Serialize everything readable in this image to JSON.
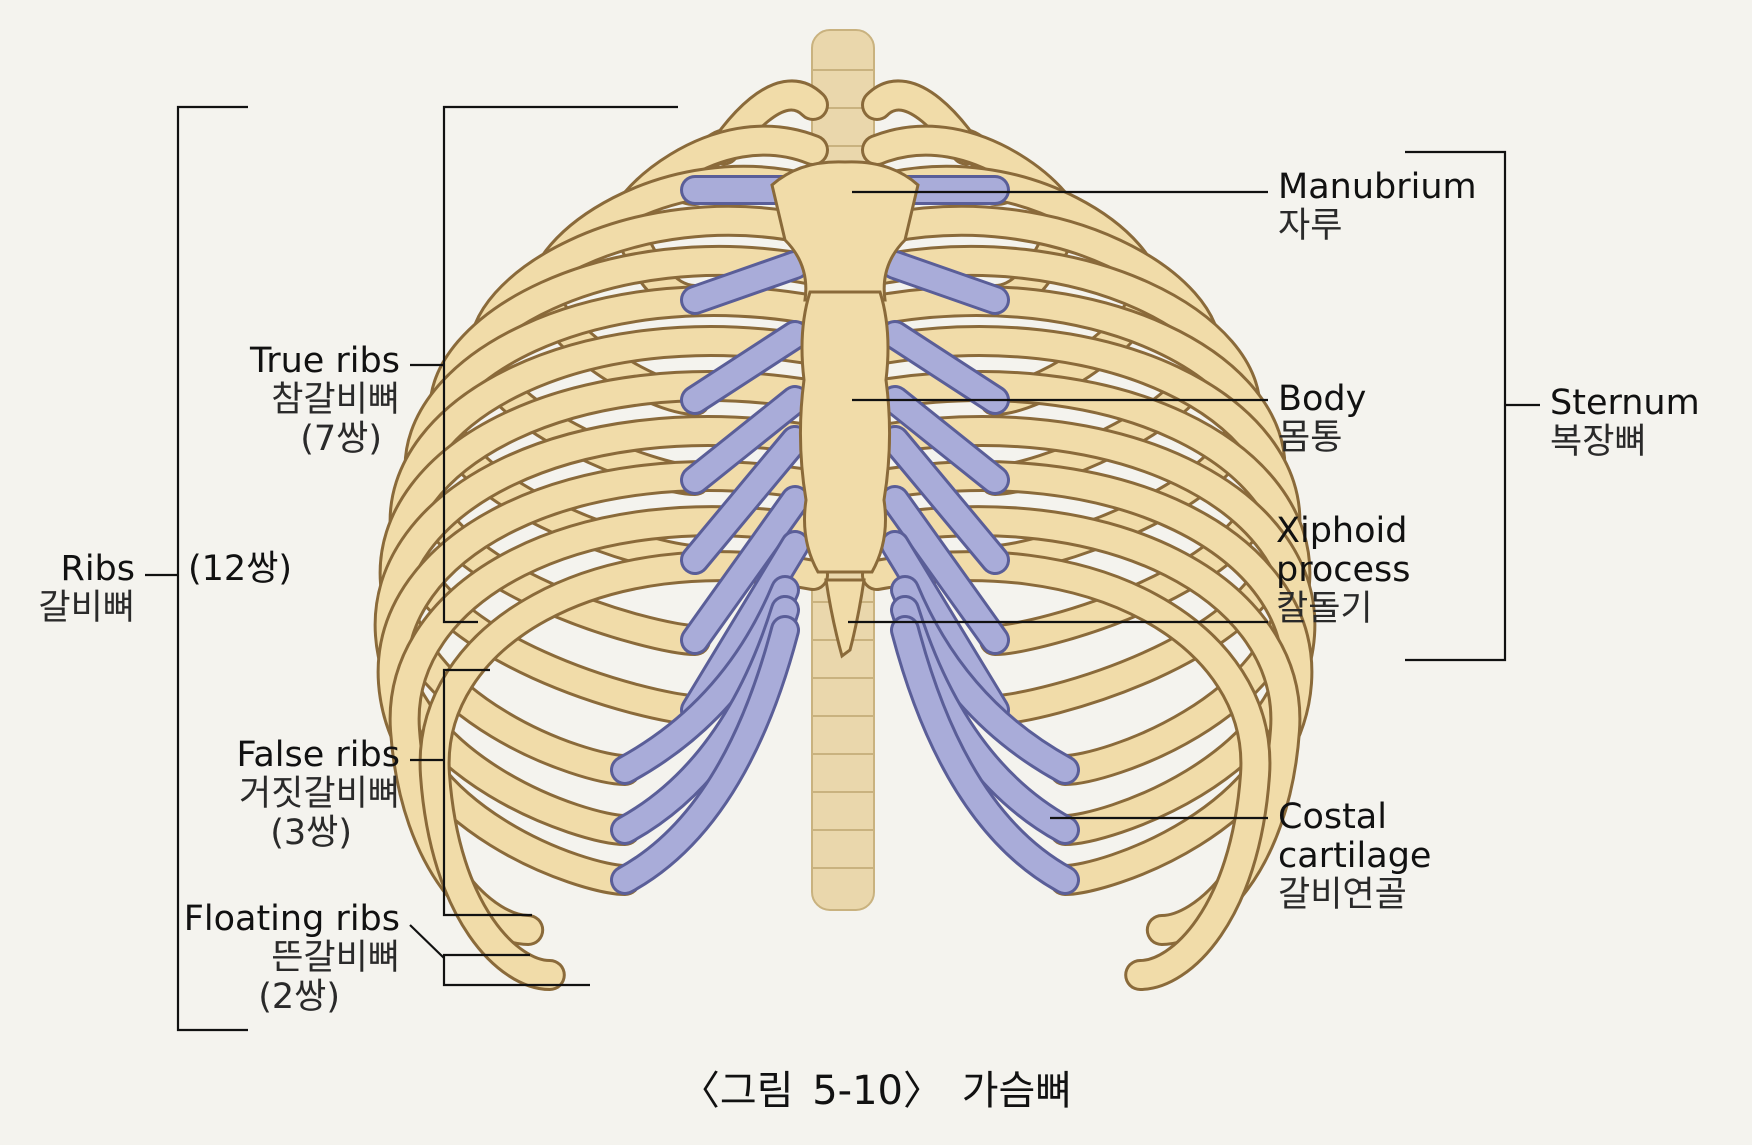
{
  "labels": {
    "ribs": {
      "en": "Ribs",
      "ko": "갈비뼈",
      "count": "(12쌍)"
    },
    "true_ribs": {
      "en": "True ribs",
      "ko": "참갈비뼈",
      "count": "(7쌍)"
    },
    "false_ribs": {
      "en": "False ribs",
      "ko": "거짓갈비뼈",
      "count": "(3쌍)"
    },
    "floating_ribs": {
      "en": "Floating ribs",
      "ko": "뜬갈비뼈",
      "count": "(2쌍)"
    },
    "manubrium": {
      "en": "Manubrium",
      "ko": "자루"
    },
    "body": {
      "en": "Body",
      "ko": "몸통"
    },
    "xiphoid": {
      "en1": "Xiphoid",
      "en2": "process",
      "ko": "칼돌기"
    },
    "costal": {
      "en1": "Costal",
      "en2": "cartilage",
      "ko": "갈비연골"
    },
    "sternum": {
      "en": "Sternum",
      "ko": "복장뼈"
    }
  },
  "caption": "〈그림 5-10〉 가슴뼈",
  "colors": {
    "bone": "#f1dca9",
    "bone_outline": "#8a6a3a",
    "cartilage": "#a9acd9",
    "cartilage_outline": "#5a5e98",
    "spine": "#ead7ac",
    "leader": "#111111",
    "background": "#f4f3ee"
  }
}
